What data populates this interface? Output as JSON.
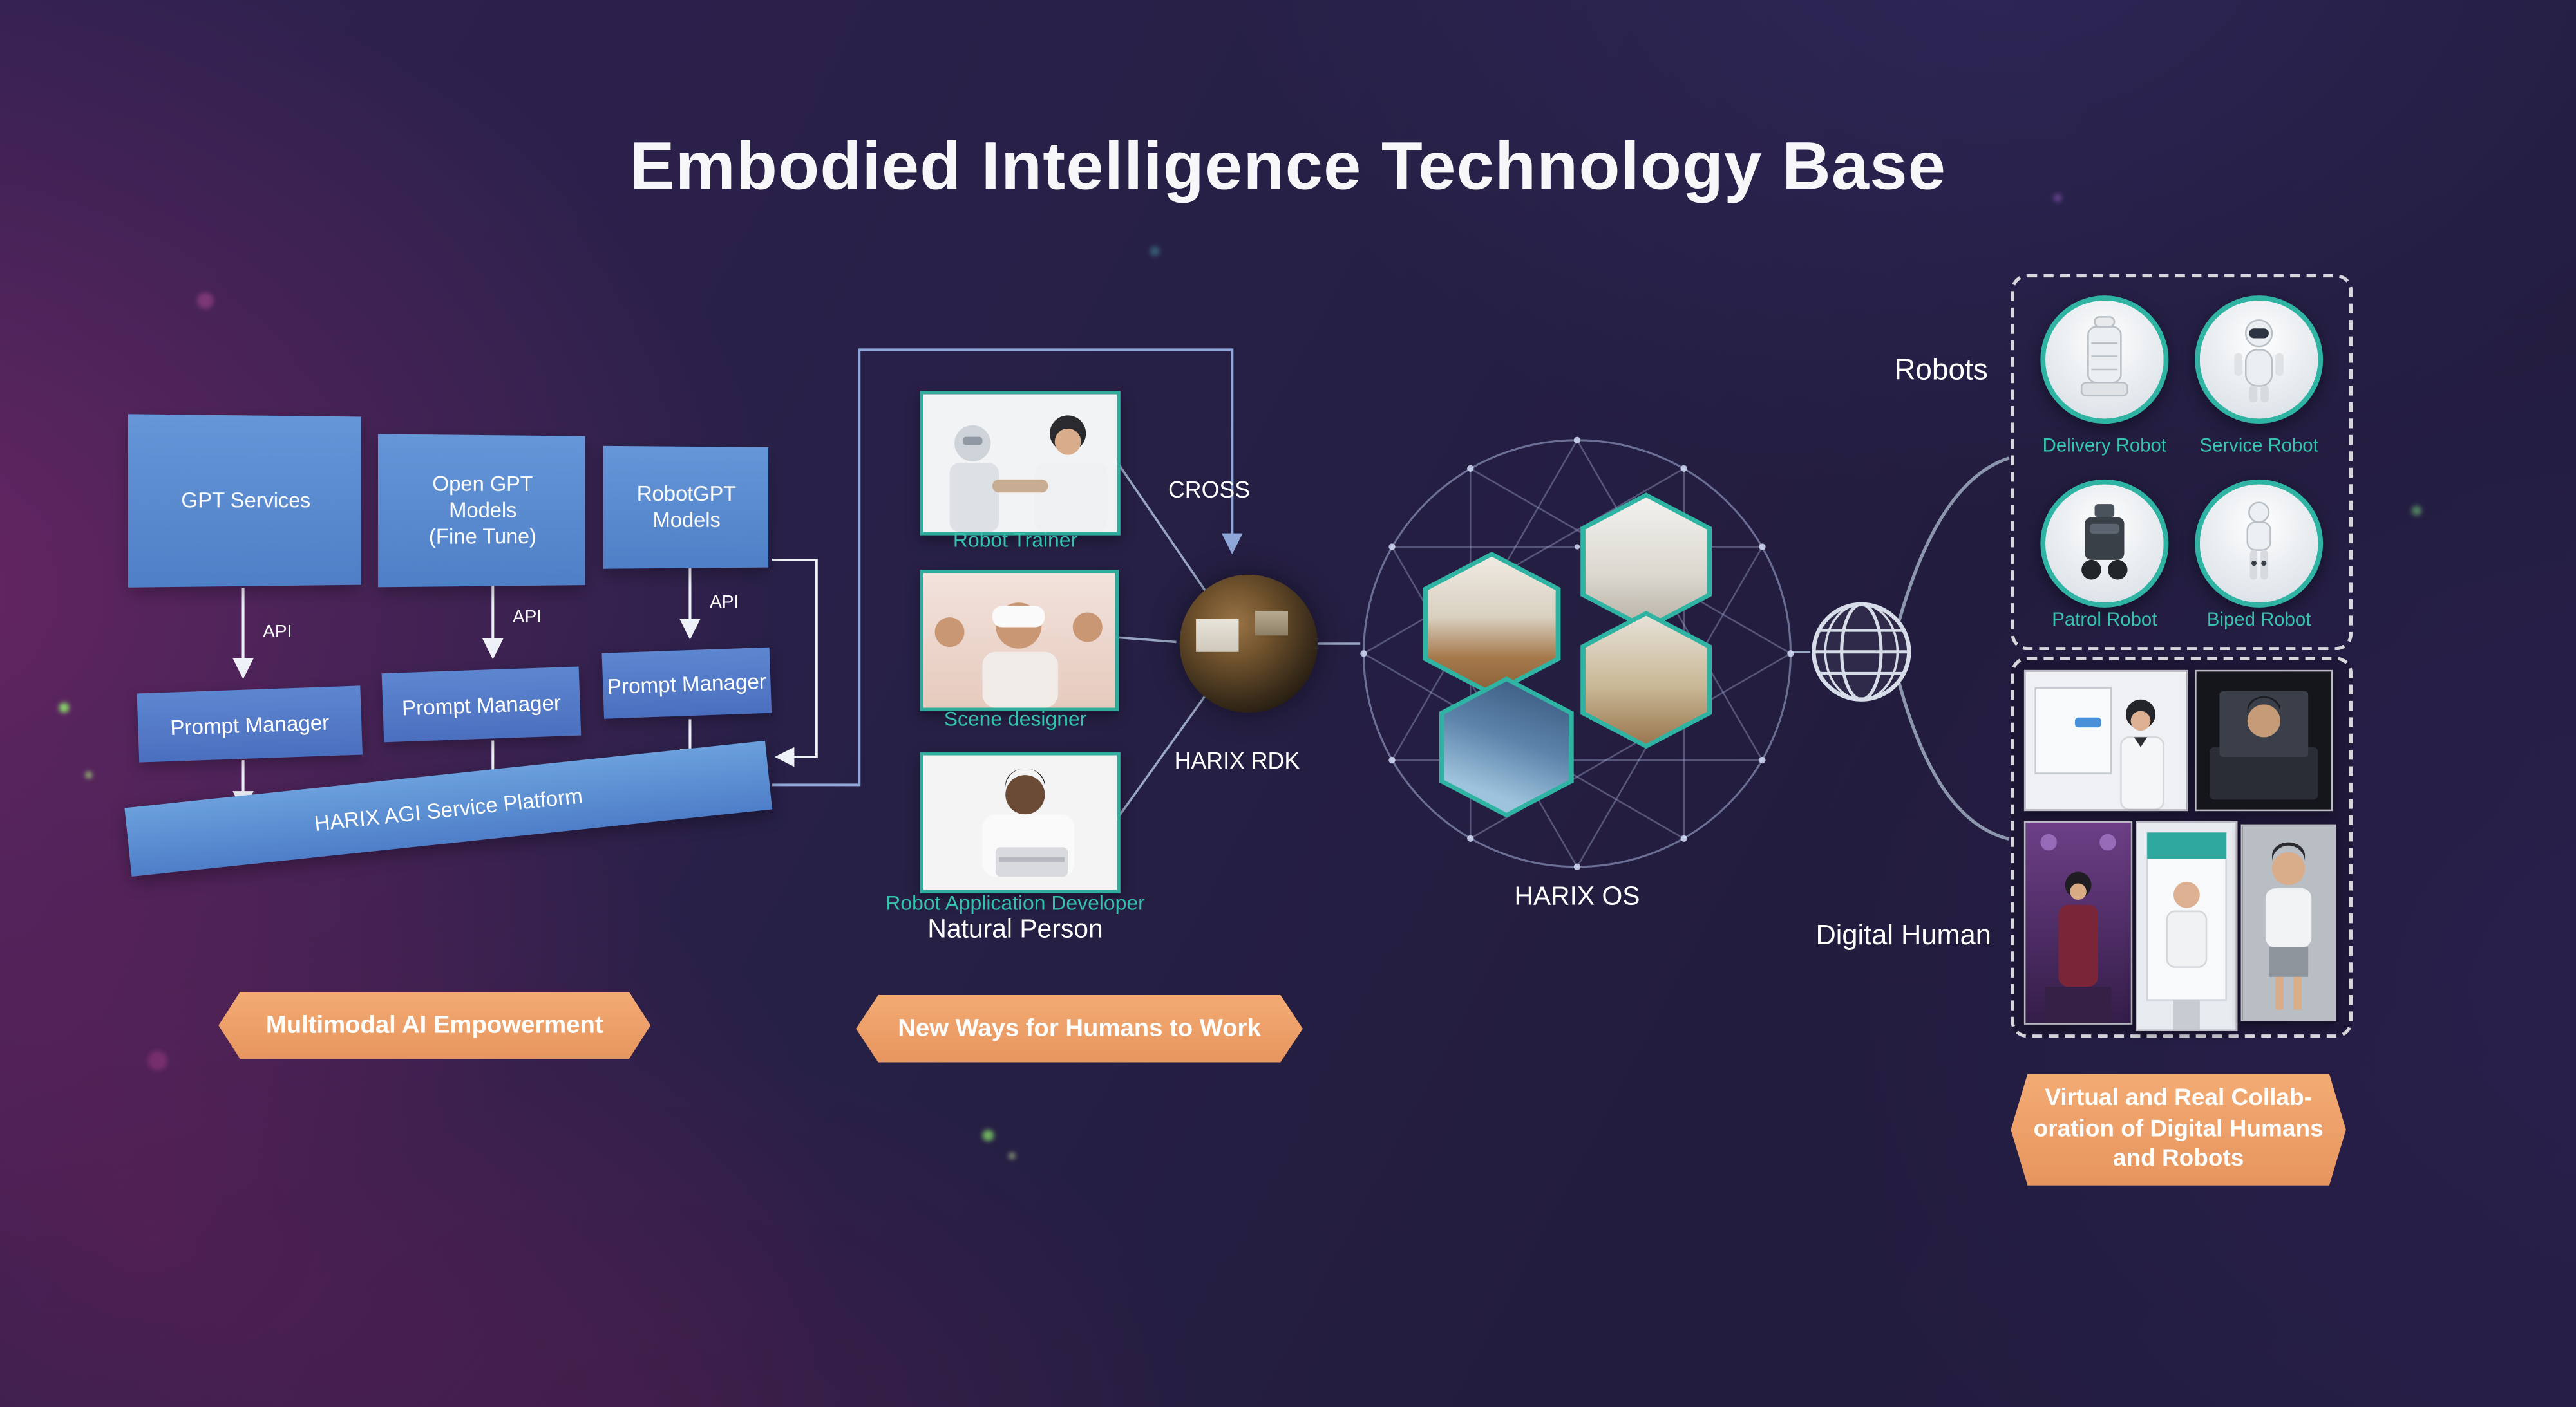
{
  "title": "Embodied Intelligence Technology Base",
  "left": {
    "models": [
      {
        "label": "GPT Services"
      },
      {
        "label": "Open GPT\nModels\n(Fine Tune)"
      },
      {
        "label": "RobotGPT\nModels"
      }
    ],
    "api_label": "API",
    "prompt_manager_label": "Prompt Manager",
    "platform_label": "HARIX AGI Service Platform",
    "banner": "Multimodal AI Empowerment"
  },
  "middle": {
    "personas": [
      {
        "label": "Robot Trainer"
      },
      {
        "label": "Scene designer"
      },
      {
        "label": "Robot Application Developer"
      }
    ],
    "natural_person_label": "Natural Person",
    "cross_label": "CROSS",
    "rdk_label": "HARIX RDK",
    "banner": "New Ways for Humans to Work"
  },
  "center": {
    "os_label": "HARIX OS"
  },
  "right": {
    "robots_label": "Robots",
    "robots": [
      {
        "label": "Delivery Robot"
      },
      {
        "label": "Service Robot"
      },
      {
        "label": "Patrol Robot"
      },
      {
        "label": "Biped Robot"
      }
    ],
    "digital_human_label": "Digital Human",
    "banner_lines": [
      "Virtual and Real Collab-",
      "oration of Digital Humans",
      "and Robots"
    ]
  },
  "colors": {
    "background": "#251c40",
    "accent_orange": "#eea26b",
    "accent_teal": "#36c3ac",
    "box_blue": "#5b8fd6"
  }
}
